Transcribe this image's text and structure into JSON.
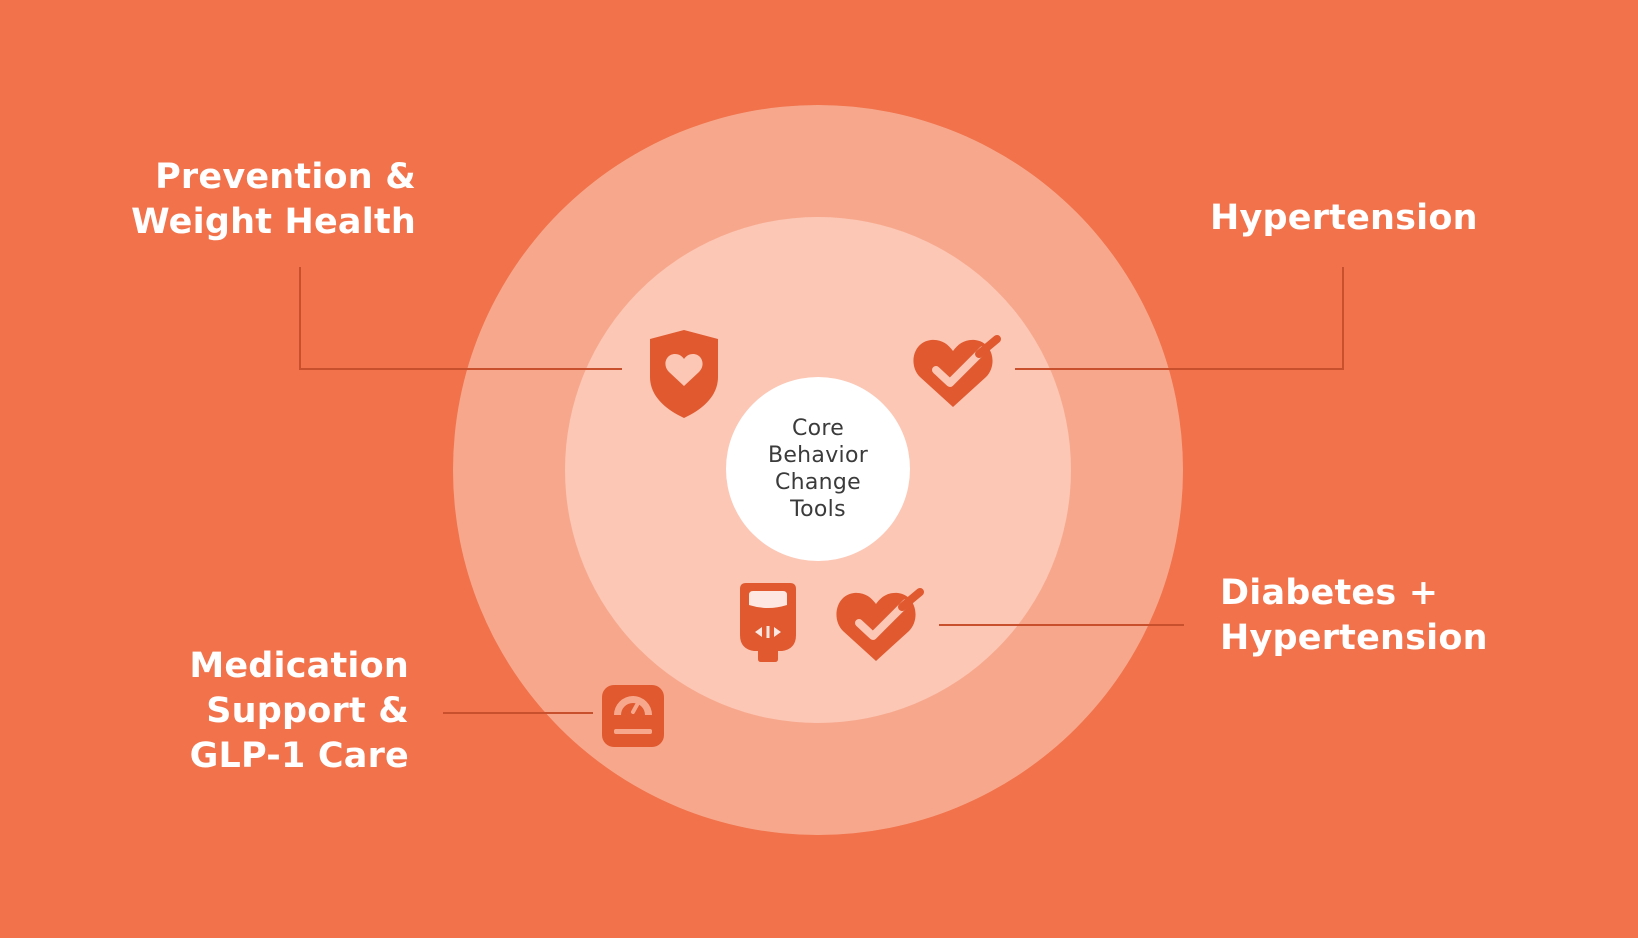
{
  "colors": {
    "background": "#F1724B",
    "outer_ring": "#F7A88C",
    "middle_ring": "#FCC7B5",
    "inner_area": "#FEE7E0",
    "core": "#FFFFFF",
    "icon": "#E0592F",
    "connector": "#C9502C",
    "label_text": "#FFFFFF",
    "core_text": "#3B3B3B"
  },
  "core": {
    "lines": [
      "Core",
      "Behavior",
      "Change",
      "Tools"
    ]
  },
  "labels": {
    "prevention": [
      "Prevention &",
      "Weight Health"
    ],
    "hypertension": [
      "Hypertension"
    ],
    "diabetes": [
      "Diabetes +",
      "Hypertension"
    ],
    "medication": [
      "Medication",
      "Support &",
      "GLP-1 Care"
    ]
  },
  "icons": {
    "prevention": "shield-heart-icon",
    "hypertension": "heart-check-icon",
    "diabetes_meter": "glucose-meter-icon",
    "diabetes_heart": "heart-check-icon",
    "medication": "scale-icon"
  }
}
